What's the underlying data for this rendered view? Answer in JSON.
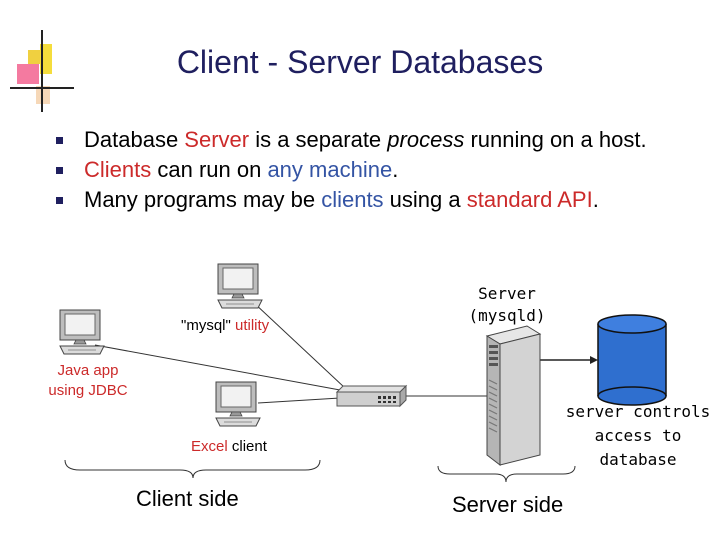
{
  "slide": {
    "title": "Client - Server Databases",
    "bullets": [
      {
        "parts": [
          {
            "text": "Database ",
            "style": "plain"
          },
          {
            "text": "Server",
            "style": "red"
          },
          {
            "text": " is a separate ",
            "style": "plain"
          },
          {
            "text": "process",
            "style": "italic"
          },
          {
            "text": " running on a host.",
            "style": "plain"
          }
        ]
      },
      {
        "parts": [
          {
            "text": "Clients",
            "style": "red"
          },
          {
            "text": " can run on ",
            "style": "plain"
          },
          {
            "text": "any machine",
            "style": "blue"
          },
          {
            "text": ".",
            "style": "plain"
          }
        ]
      },
      {
        "parts": [
          {
            "text": "Many programs may be ",
            "style": "plain"
          },
          {
            "text": "clients",
            "style": "blue"
          },
          {
            "text": " using a ",
            "style": "plain"
          },
          {
            "text": "standard API",
            "style": "red"
          },
          {
            "text": ".",
            "style": "plain"
          }
        ]
      }
    ]
  },
  "diagram": {
    "mysql_label_quoted": "\"mysql\"",
    "mysql_label_suffix": " utility",
    "java_line1": "Java app",
    "java_line2": "using JDBC",
    "excel_label": "Excel",
    "excel_suffix": " client",
    "server_line1": "Server",
    "server_line2": "(mysqld)",
    "controls_line1": "server controls",
    "controls_line2": "access to",
    "controls_line3": "database",
    "client_side": "Client side",
    "server_side": "Server side"
  },
  "colors": {
    "accent_red": "#cc2a2a",
    "accent_blue": "#3454a4",
    "title": "#1f1f5f",
    "database": "#2f6fcf"
  }
}
